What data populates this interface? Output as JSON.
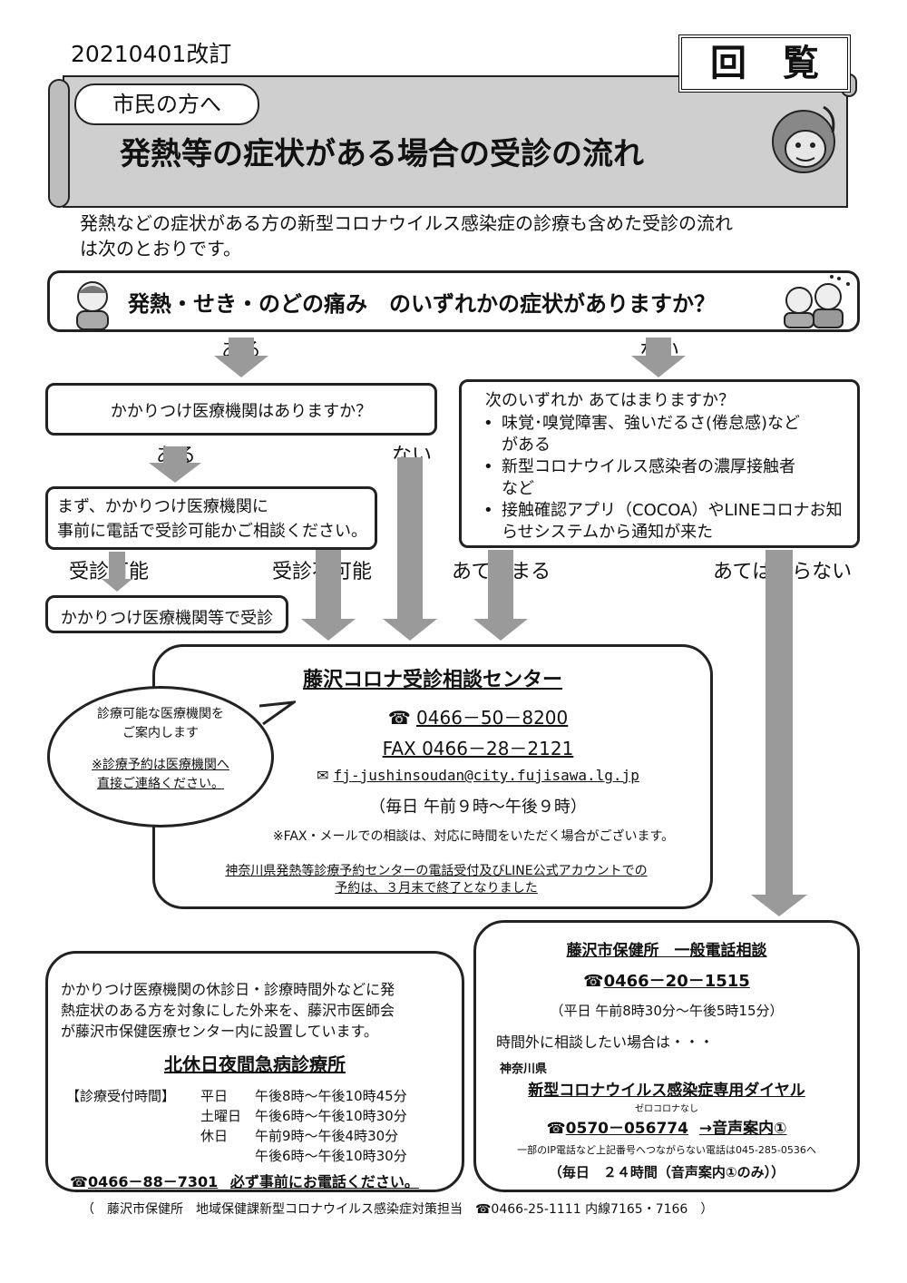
{
  "header": {
    "revision": "20210401改訂",
    "kairan": "回　覧",
    "audience": "市民の方へ",
    "title": "発熱等の症状がある場合の受診の流れ"
  },
  "intro": {
    "line1": "発熱などの症状がある方の新型コロナウイルス感染症の診療も含めた受診の流れ",
    "line2": "は次のとおりです。"
  },
  "question": {
    "text": "発熱・せき・のどの痛み　のいずれかの症状がありますか？",
    "yes": "ある",
    "no": "ない"
  },
  "left_branch": {
    "question": "かかりつけ医療機関はありますか？",
    "yes": "ある",
    "no": "ない",
    "advice_line1": "まず、かかりつけ医療機関に",
    "advice_line2": "事前に電話で受診可能かご相談ください。",
    "possible": "受診可能",
    "impossible": "受診不可能",
    "result": "かかりつけ医療機関等で受診"
  },
  "right_branch": {
    "question": "次のいずれか あてはまりますか？",
    "items": [
      {
        "line1": "味覚･嗅覚障害、強いだるさ(倦怠感)など",
        "line2": "がある"
      },
      {
        "line1": "新型コロナウイルス感染者の濃厚接触者",
        "line2": "など"
      },
      {
        "line1": "接触確認アプリ（COCOA）やLINEコロナお知",
        "line2": "らせシステムから通知が来た"
      }
    ],
    "applies": "あてはまる",
    "not_applies": "あてはまらない"
  },
  "center": {
    "title": "藤沢コロナ受診相談センター",
    "tel": "0466－50－8200",
    "fax": "FAX 0466－28－2121",
    "email": "fj-jushinsoudan@city.fujisawa.lg.jp",
    "hours": "（毎日 午前９時～午後９時）",
    "note": "※FAX・メールでの相談は、対応に時間をいただく場合がございます。",
    "notice_line1": "神奈川県発熱等診療予約センターの電話受付及びLINE公式アカウントでの",
    "notice_line2": "予約は、３月末で終了となりました"
  },
  "bubble": {
    "line1": "診療可能な医療機関を",
    "line2": "ご案内します",
    "line3": "※診療予約は医療機関へ",
    "line4": "直接ご連絡ください。"
  },
  "clinic": {
    "desc_line1": "かかりつけ医療機関の休診日・診療時間外などに発",
    "desc_line2": "熱症状のある方を対象にした外来を、藤沢市医師会",
    "desc_line3": "が藤沢市保健医療センター内に設置しています。",
    "title": "北休日夜間急病診療所",
    "hours_label": "【診療受付時間】",
    "hours": [
      {
        "day": "平日",
        "time": "午後8時～午後10時45分"
      },
      {
        "day": "土曜日",
        "time": "午後6時～午後10時30分"
      },
      {
        "day": "休日",
        "time": "午前9時～午後4時30分"
      },
      {
        "day": "",
        "time": "午後6時～午後10時30分"
      }
    ],
    "tel": "0466－88－7301",
    "must_call": "必ず事前にお電話ください。"
  },
  "health_center": {
    "title": "藤沢市保健所　一般電話相談",
    "tel": "0466－20－1515",
    "hours": "（平日 午前8時30分～午後5時15分）",
    "after_hours": "時間外に相談したい場合は・・・",
    "pref": "神奈川県",
    "dial_title": "新型コロナウイルス感染症専用ダイヤル",
    "ruby": "ゼロコロナなし",
    "dial_tel": "0570－056774",
    "dial_guide": "→音声案内①",
    "ip_note": "一部のIP電話など上記番号へつながらない電話は045-285-0536へ",
    "dial_hours": "（毎日　２４時間（音声案内①のみ））"
  },
  "footer": {
    "text": "（　藤沢市保健所　地域保健課新型コロナウイルス感染症対策担当　☎0466-25-1111 内線7165・7166　）"
  }
}
